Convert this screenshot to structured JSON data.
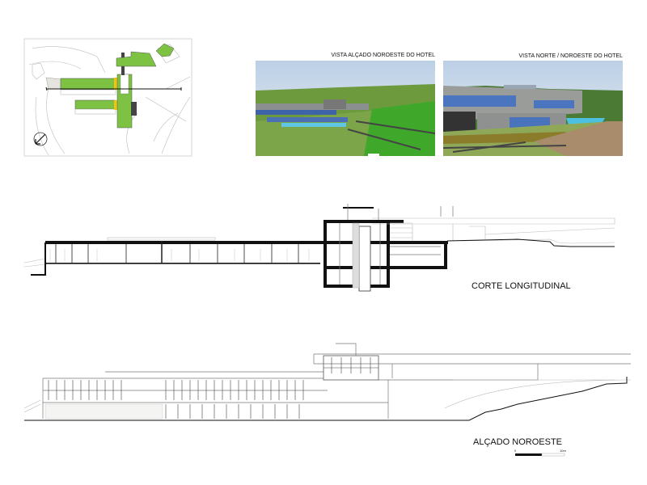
{
  "sheet": {
    "site_plan": {
      "north_symbol": "north-arrow"
    },
    "views": [
      {
        "title": "VISTA ALÇADO NOROESTE  DO HOTEL"
      },
      {
        "title": "VISTA NORTE / NOROESTE DO HOTEL"
      }
    ],
    "section_title": "CORTE LONGITUDINAL",
    "elevation_title": "ALÇADO NOROESTE",
    "scale_bar": {
      "start": "0",
      "end": "10m"
    },
    "colors": {
      "green": "#7dc243",
      "yellow": "#f1c40f",
      "sky": "#c9d9ea",
      "grass": "#4aa62a",
      "glass": "#3d6fc4"
    }
  }
}
